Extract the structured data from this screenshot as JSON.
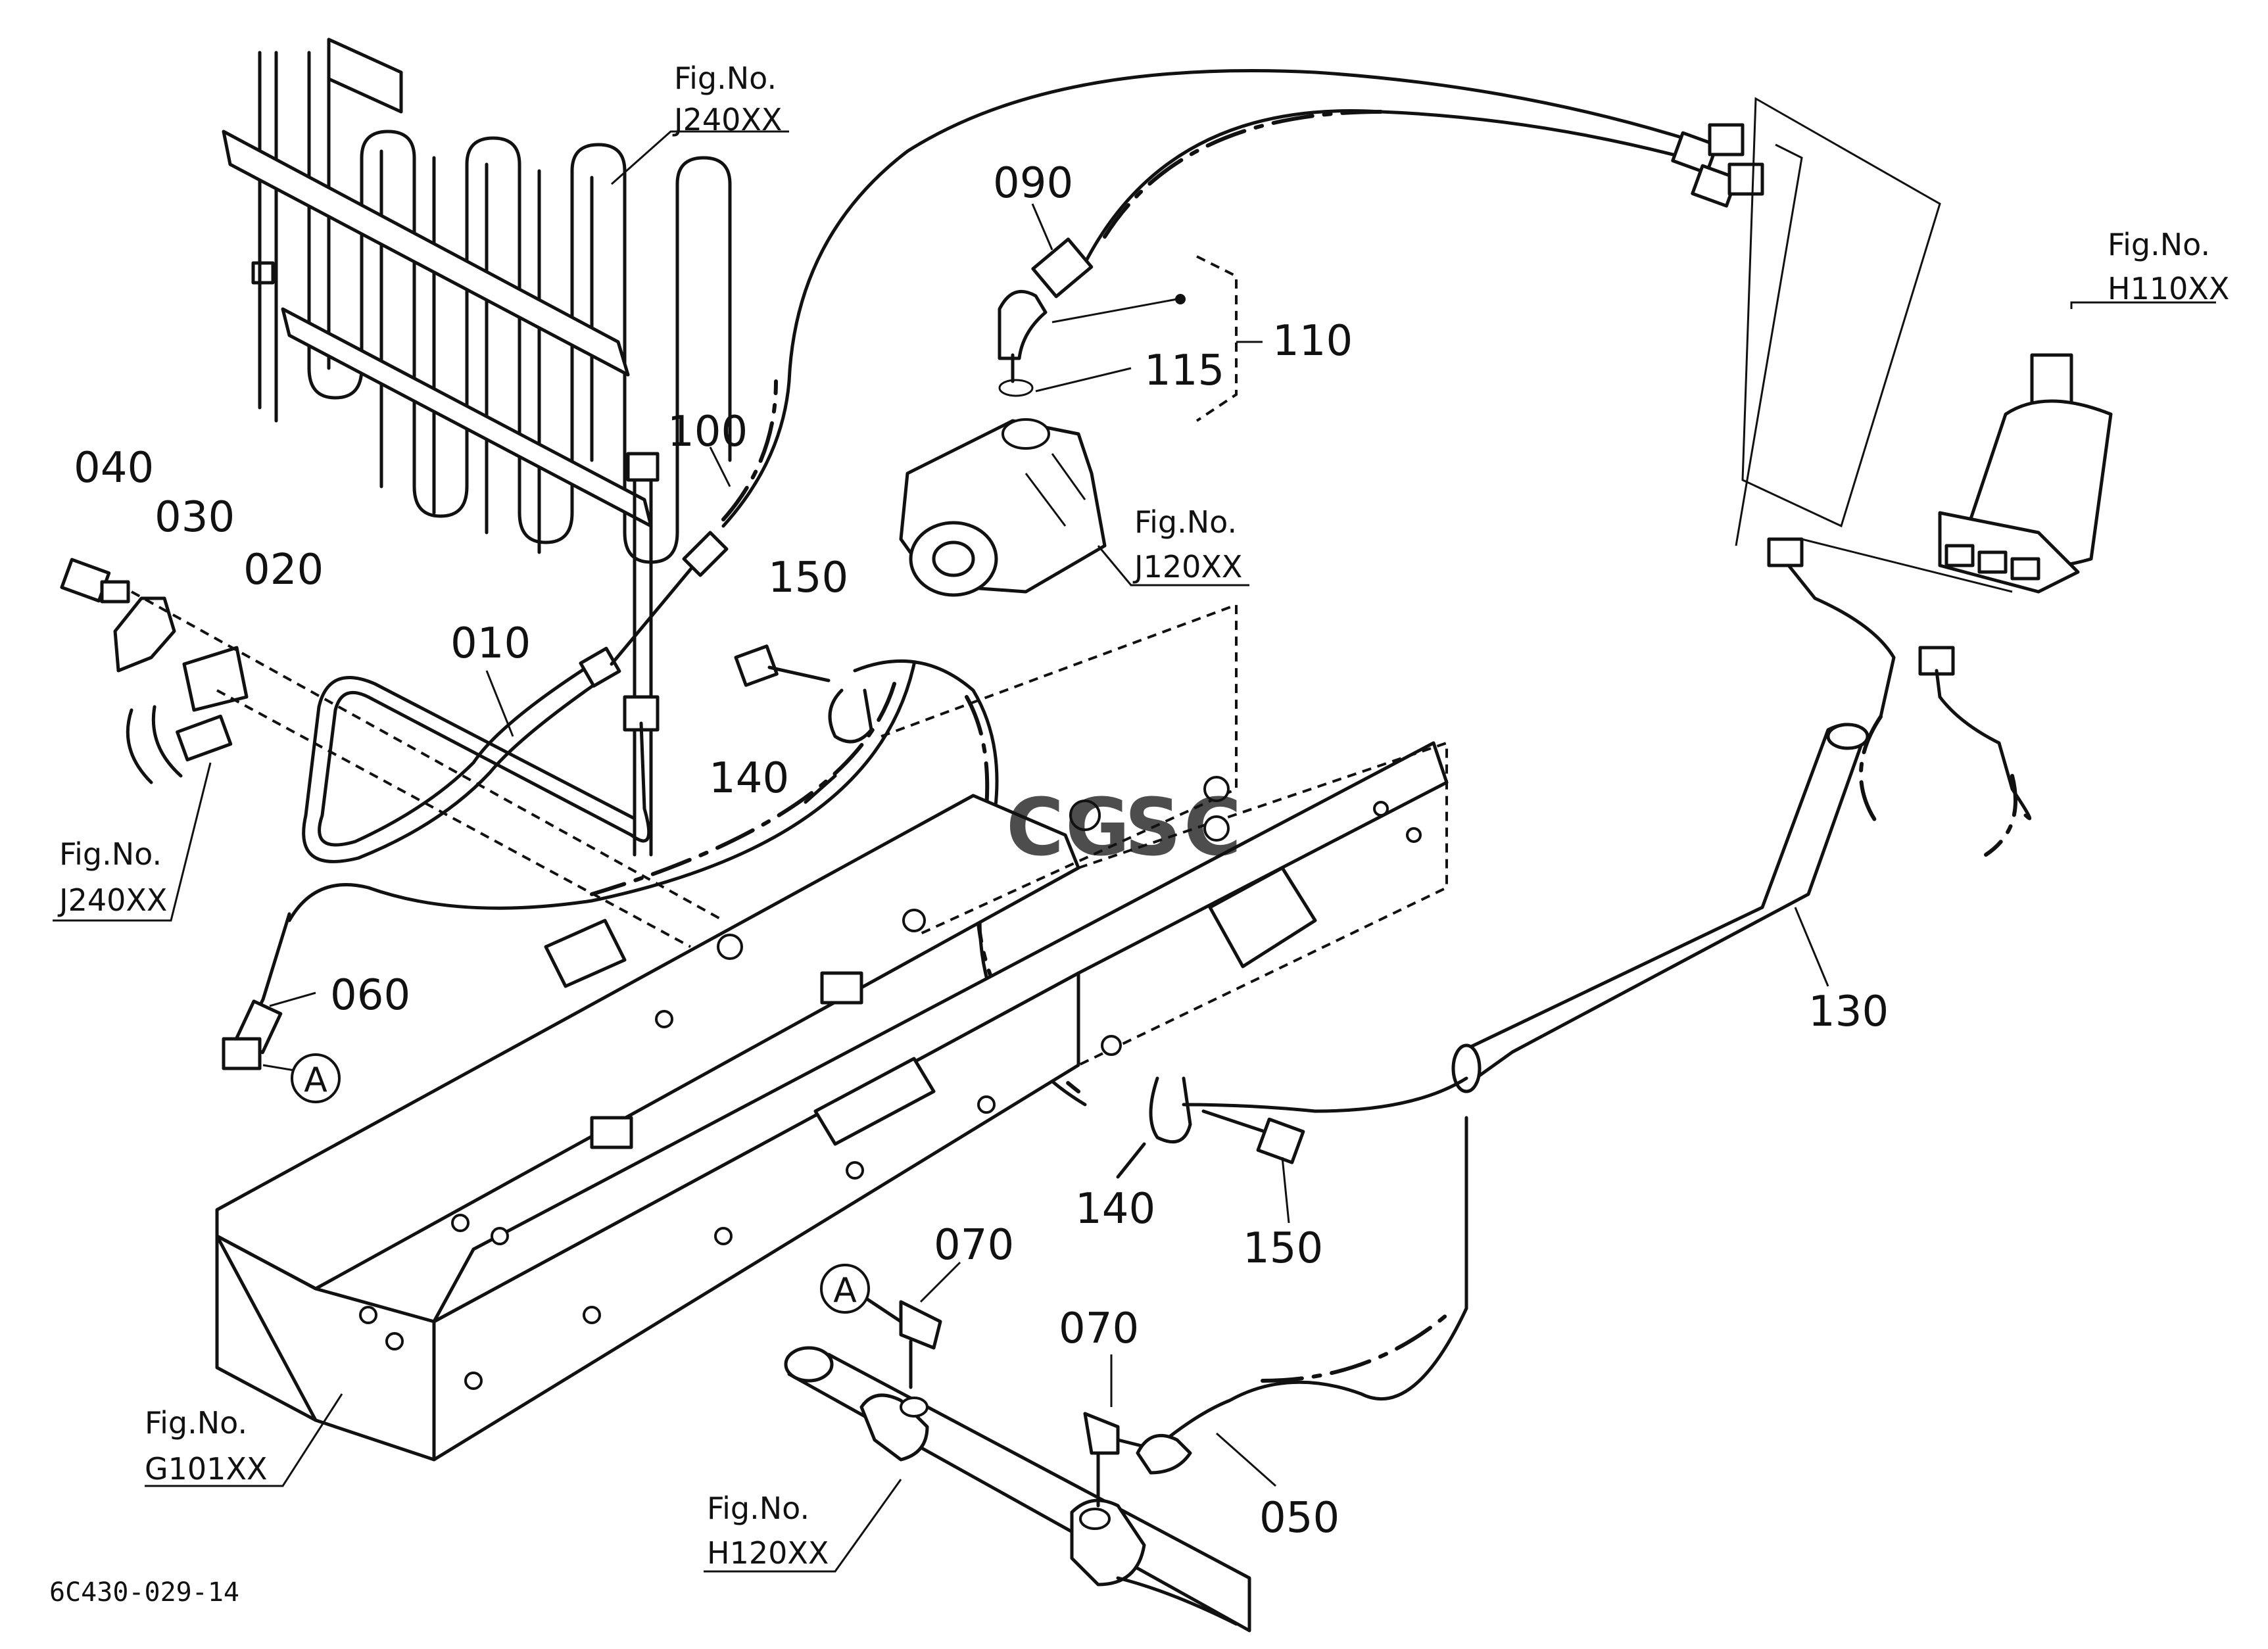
{
  "diagram": {
    "part_labels": {
      "p040": "040",
      "p030": "030",
      "p020": "020",
      "p010": "010",
      "p100": "100",
      "p090": "090",
      "p110": "110",
      "p115": "115",
      "p150a": "150",
      "p140a": "140",
      "p060": "060",
      "p130": "130",
      "p140b": "140",
      "p150b": "150",
      "p070a": "070",
      "p070b": "070",
      "p050": "050"
    },
    "figure_refs": {
      "radiator_top": {
        "title": "Fig.No.",
        "code": "J240XX"
      },
      "radiator_left": {
        "title": "Fig.No.",
        "code": "J240XX"
      },
      "pump": {
        "title": "Fig.No.",
        "code": "J120XX"
      },
      "steering": {
        "title": "Fig.No.",
        "code": "H110XX"
      },
      "frame": {
        "title": "Fig.No.",
        "code": "G101XX"
      },
      "cylinder": {
        "title": "Fig.No.",
        "code": "H120XX"
      }
    },
    "connector_marks": {
      "a_top": "A",
      "a_bottom": "A"
    },
    "drawing_number": "6C430-029-14",
    "watermark": {
      "letters": [
        "C",
        "G",
        "S",
        "C"
      ],
      "colors": [
        "#4285F4",
        "#EA4335",
        "#FBBC05",
        "#34A853"
      ]
    }
  }
}
